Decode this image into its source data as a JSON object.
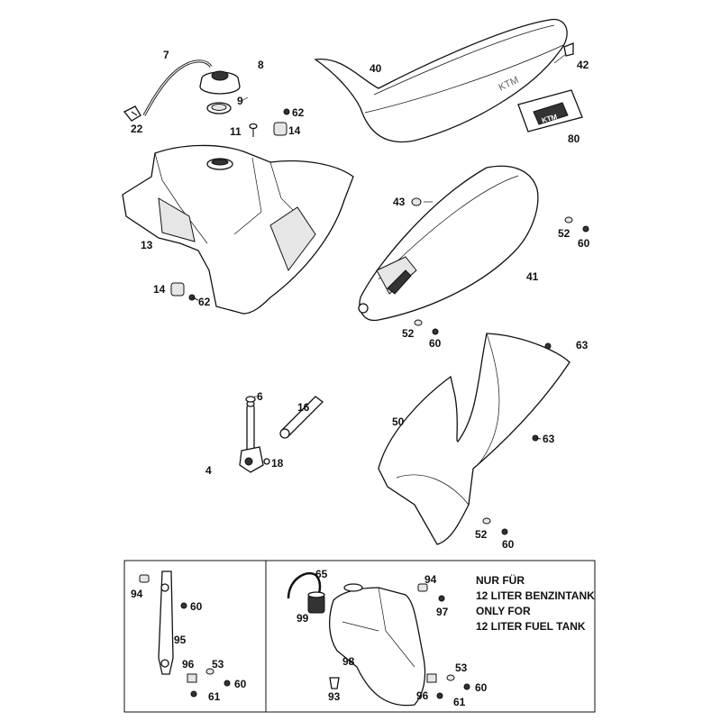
{
  "colors": {
    "ink": "#111111",
    "paper": "#ffffff",
    "shade": "#e6e6e6"
  },
  "callouts": {
    "p7": "7",
    "p8": "8",
    "p9": "9",
    "p22": "22",
    "p11": "11",
    "p62a": "62",
    "p14a": "14",
    "p40": "40",
    "p42": "42",
    "p80": "80",
    "p13": "13",
    "p14b": "14",
    "p62b": "62",
    "p43": "43",
    "p52a": "52",
    "p60a": "60",
    "p41": "41",
    "p52b": "52",
    "p60b": "60",
    "p63a": "63",
    "p6": "6",
    "p16": "16",
    "p4": "4",
    "p18": "18",
    "p50": "50",
    "p63b": "63",
    "p52c": "52",
    "p60c": "60",
    "p94a": "94",
    "p60d": "60",
    "p95": "95",
    "p96a": "96",
    "p53a": "53",
    "p60e": "60",
    "p61a": "61",
    "p65": "65",
    "p99": "99",
    "p94b": "94",
    "p97": "97",
    "p98": "98",
    "p93": "93",
    "p53b": "53",
    "p96b": "96",
    "p60f": "60",
    "p61b": "61"
  },
  "note": {
    "line1": "NUR FÜR",
    "line2": "12 LITER BENZINTANK",
    "line3": "ONLY FOR",
    "line4": "12 LITER FUEL TANK"
  },
  "decals": {
    "seat_logo": "KTM",
    "badge_logo": "KTM"
  }
}
